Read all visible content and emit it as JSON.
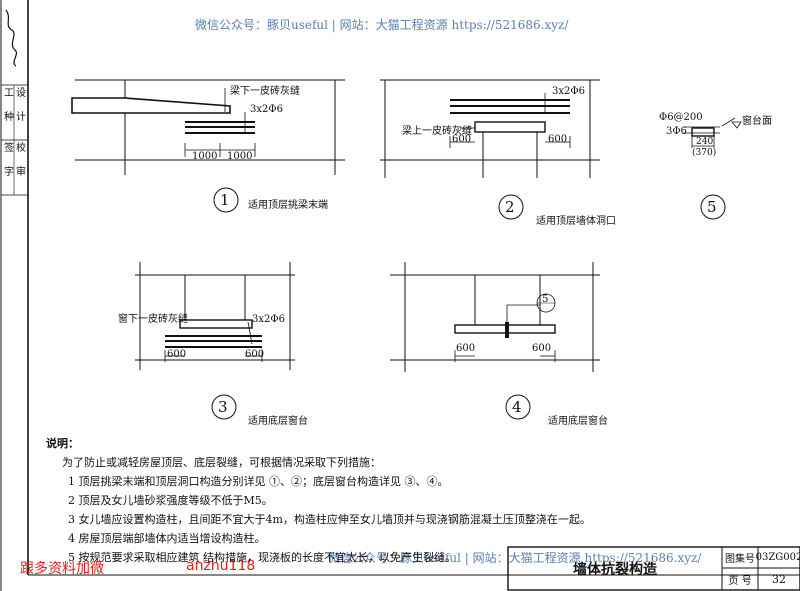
{
  "watermark_top": "微信公众号：豚贝useful | 网站：大猫工程资源 https://521686.xyz/",
  "watermark_bottom": "微信公众号：豚贝useful | 网站：大猫工程资源 https://521686.xyz/",
  "watermark_red_left": "跟多资料加微",
  "watermark_red_right": "anzhu118",
  "margin_labels": [
    "工",
    "种",
    "设",
    "计",
    "签",
    "字",
    "校",
    "审"
  ],
  "details": {
    "d1": {
      "number": "1",
      "caption": "适用顶层挑梁末端",
      "label_joint": "梁下一皮砖灰缝",
      "label_rebar": "3x2Φ6",
      "dim_a": "1000",
      "dim_b": "1000"
    },
    "d2": {
      "number": "2",
      "caption": "适用顶层墙体洞口",
      "label_joint": "梁上一皮砖灰缝",
      "label_rebar": "3x2Φ6",
      "dim_a": "600",
      "dim_b": "600"
    },
    "d3": {
      "number": "3",
      "caption": "适用底层窗台",
      "label_joint": "窗下一皮砖灰缝",
      "label_rebar": "3x2Φ6",
      "dim_a": "600",
      "dim_b": "600"
    },
    "d4": {
      "number": "4",
      "caption": "适用底层窗台",
      "ref": "5",
      "dim_a": "600",
      "dim_b": "600"
    },
    "d5": {
      "number": "5",
      "label_top": "Φ6@200",
      "label_bottom": "3Φ6",
      "label_right": "窗台面",
      "dim_a": "240",
      "dim_b": "(370)"
    }
  },
  "notes": {
    "heading": "说明：",
    "intro": "为了防止或减轻房屋顶层、底层裂缝，可根据情况采取下列措施：",
    "items": [
      "1 顶层挑梁末端和顶层洞口构造分别详见 ①、②；底层窗台构造详见 ③、④。",
      "2 顶层及女儿墙砂浆强度等级不低于M5。",
      "3 女儿墙应设置构造柱，且间距不宜大于4m，构造柱应伸至女儿墙顶并与现浇钢筋混凝土压顶整浇在一起。",
      "4 房屋顶层端部墙体内适当增设构造柱。",
      "5 按规范要求采取相应建筑    结构措施，现浇板的长度不宜太长，以免产生裂缝。"
    ]
  },
  "title_block": {
    "title": "墙体抗裂构造",
    "atlas_label": "图集号",
    "atlas_value": "03ZG002",
    "page_label": "页 号",
    "page_value": "32"
  }
}
